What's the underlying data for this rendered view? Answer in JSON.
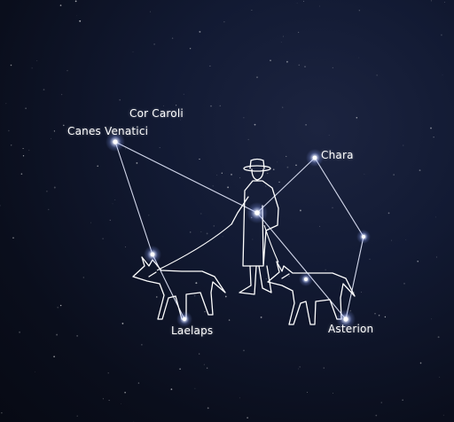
{
  "labels": {
    "cor_caroli": "Cor Caroli",
    "canes_venatici": "Canes Venatici",
    "chara": "Chara",
    "laelaps": "Laelaps",
    "asterion": "Asterion"
  },
  "colors": {
    "sky": "#0b0f1e",
    "line": "#e8ecff",
    "star": "#ffffff",
    "star_glow": "#9fb4ff"
  }
}
